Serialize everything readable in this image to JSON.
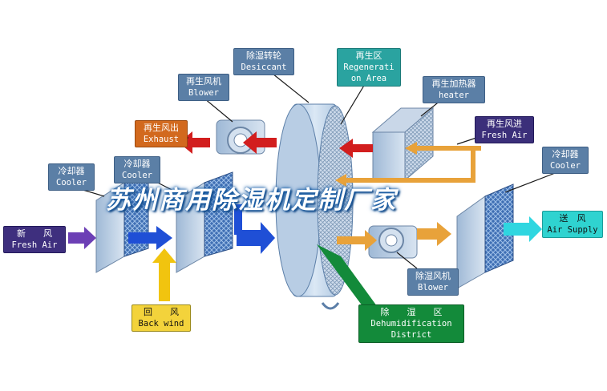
{
  "labels": {
    "desiccant": {
      "zh": "除湿转轮",
      "en": "Desiccant"
    },
    "regen_area": {
      "zh": "再生区",
      "en1": "Regenerati",
      "en2": "on Area"
    },
    "regen_blower": {
      "zh": "再生风机",
      "en": "Blower"
    },
    "regen_heater": {
      "zh": "再生加热器",
      "en": "heater"
    },
    "regen_exhaust": {
      "zh": "再生风出",
      "en": "Exhaust"
    },
    "regen_fresh": {
      "zh": "再生风进",
      "en": "Fresh Air"
    },
    "cooler_left": {
      "zh": "冷却器",
      "en": "Cooler"
    },
    "cooler_mid": {
      "zh": "冷却器",
      "en": "Cooler"
    },
    "cooler_right": {
      "zh": "冷却器",
      "en": "Cooler"
    },
    "fresh_air": {
      "zh": "新　　风",
      "en": "Fresh Air"
    },
    "back_wind": {
      "zh": "回　　风",
      "en": "Back wind"
    },
    "supply": {
      "zh": "送　风",
      "en": "Air Supply"
    },
    "dehum_blower": {
      "zh": "除湿风机",
      "en": "Blower"
    },
    "dehum_district": {
      "zh": "除　　湿　　区",
      "en1": "Dehumidification",
      "en2": "District"
    }
  },
  "banner": "苏州商用除湿机定制厂家",
  "colors": {
    "panel_blue": "#3f6fb4",
    "arrow_red": "#d21e1e",
    "arrow_orange": "#e8a23a",
    "arrow_blue": "#1f4fd6",
    "arrow_yellow": "#f1c40f",
    "arrow_cyan": "#2fd6e0",
    "arrow_purple": "#6c3fb5"
  }
}
